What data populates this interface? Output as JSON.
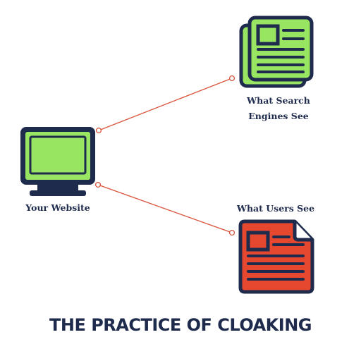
{
  "title": "THE PRACTICE OF CLOAKING",
  "nodes": {
    "website": {
      "label": "Your Website",
      "icon": "computer-monitor-icon"
    },
    "search_engines": {
      "label_line1": "What Search",
      "label_line2": "Engines See",
      "icon": "newspaper-icon"
    },
    "users": {
      "label": "What Users See",
      "icon": "document-icon"
    }
  },
  "colors": {
    "navy": "#1f2b4d",
    "green": "#98e561",
    "red": "#e5482e",
    "connector": "#d9533a"
  }
}
